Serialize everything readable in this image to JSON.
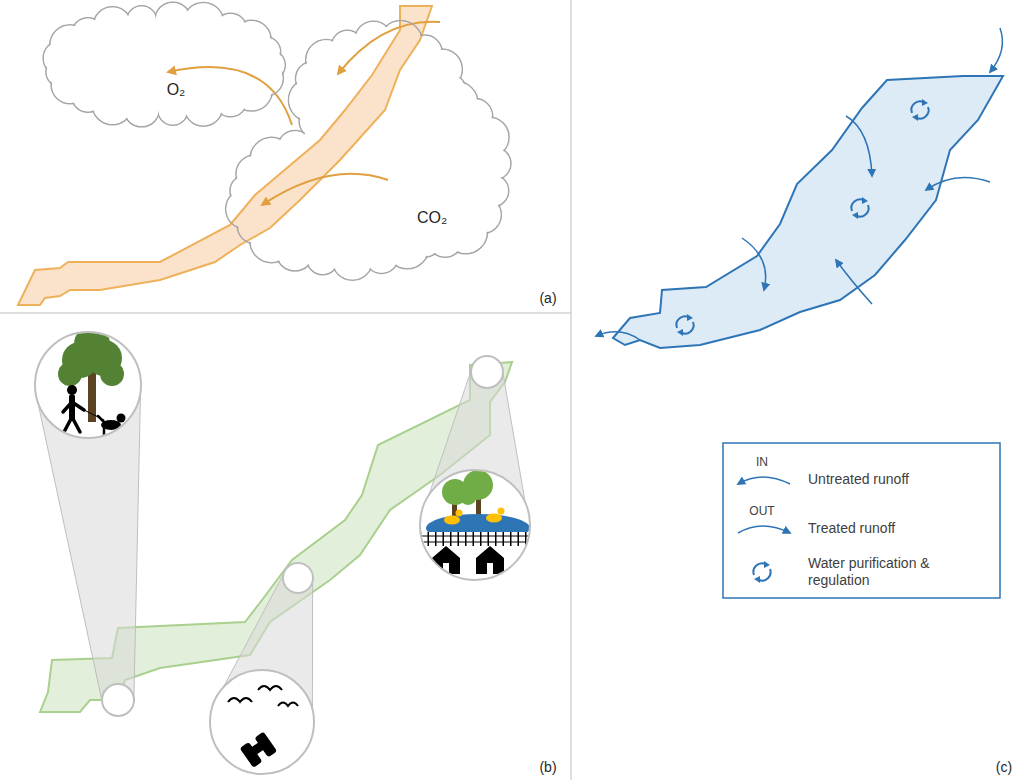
{
  "diagram": {
    "nodes": [
      {
        "text": [
          "O₂"
        ]
      },
      {
        "text": [
          "CO₂"
        ]
      }
    ],
    "labels": [
      "(a)",
      "(b)",
      "(c)",
      "IN",
      "OUT"
    ],
    "legend": [
      {
        "text": "Untreated runoff"
      },
      {
        "text": "Treated runoff"
      },
      {
        "text": "Water purification & regulation"
      }
    ]
  }
}
